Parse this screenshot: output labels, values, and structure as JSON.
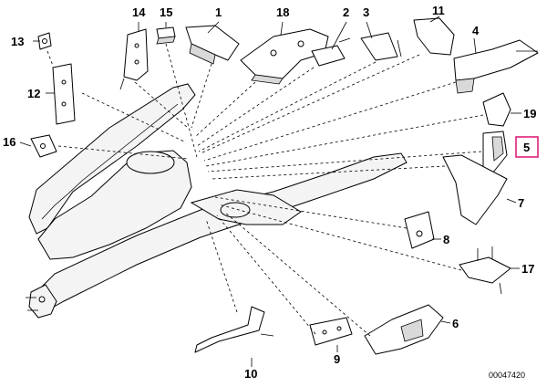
{
  "diagram": {
    "callouts": [
      {
        "id": "13",
        "label": "13"
      },
      {
        "id": "14",
        "label": "14"
      },
      {
        "id": "15",
        "label": "15"
      },
      {
        "id": "1",
        "label": "1"
      },
      {
        "id": "18",
        "label": "18"
      },
      {
        "id": "2",
        "label": "2"
      },
      {
        "id": "3",
        "label": "3"
      },
      {
        "id": "11",
        "label": "11"
      },
      {
        "id": "4",
        "label": "4"
      },
      {
        "id": "12",
        "label": "12"
      },
      {
        "id": "19",
        "label": "19"
      },
      {
        "id": "16",
        "label": "16"
      },
      {
        "id": "5",
        "label": "5",
        "highlighted": true
      },
      {
        "id": "7",
        "label": "7"
      },
      {
        "id": "8",
        "label": "8"
      },
      {
        "id": "17",
        "label": "17"
      },
      {
        "id": "6",
        "label": "6"
      },
      {
        "id": "9",
        "label": "9"
      },
      {
        "id": "10",
        "label": "10"
      }
    ],
    "drawing_code": "00047420",
    "highlight_color": "#e0217a"
  }
}
